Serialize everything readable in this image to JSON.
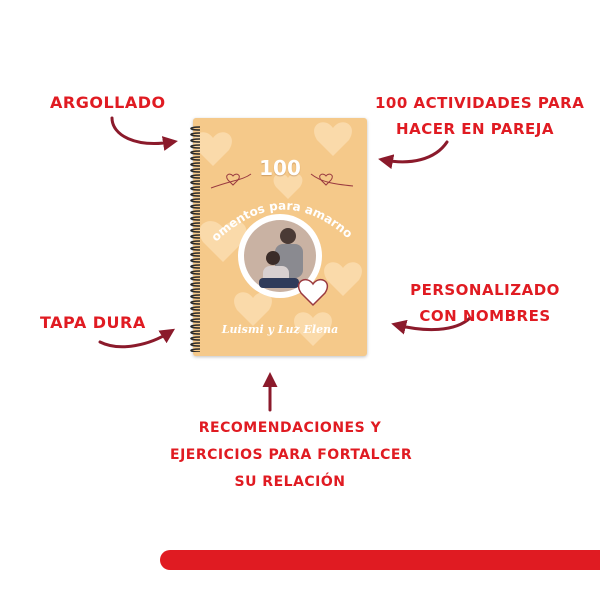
{
  "callouts": {
    "argollado": "ARGOLLADO",
    "actividades_line1": "100 ACTIVIDADES PARA",
    "actividades_line2": "HACER EN PAREJA",
    "personalizado_line1": "PERSONALIZADO",
    "personalizado_line2": "CON NOMBRES",
    "tapa_dura": "TAPA DURA",
    "recomendaciones_line1": "RECOMENDACIONES Y",
    "recomendaciones_line2": "EJERCICIOS PARA FORTALCER",
    "recomendaciones_line3": "SU RELACIÓN"
  },
  "notebook": {
    "number": "100",
    "curved_title": "momentos para amarnos",
    "names": "Luismi y Luz Elena"
  },
  "colors": {
    "callout_red": "#e01b22",
    "arrow_maroon": "#8b1a2b",
    "cover_peach": "#f5c98a",
    "bottom_bar": "#e01b22"
  }
}
